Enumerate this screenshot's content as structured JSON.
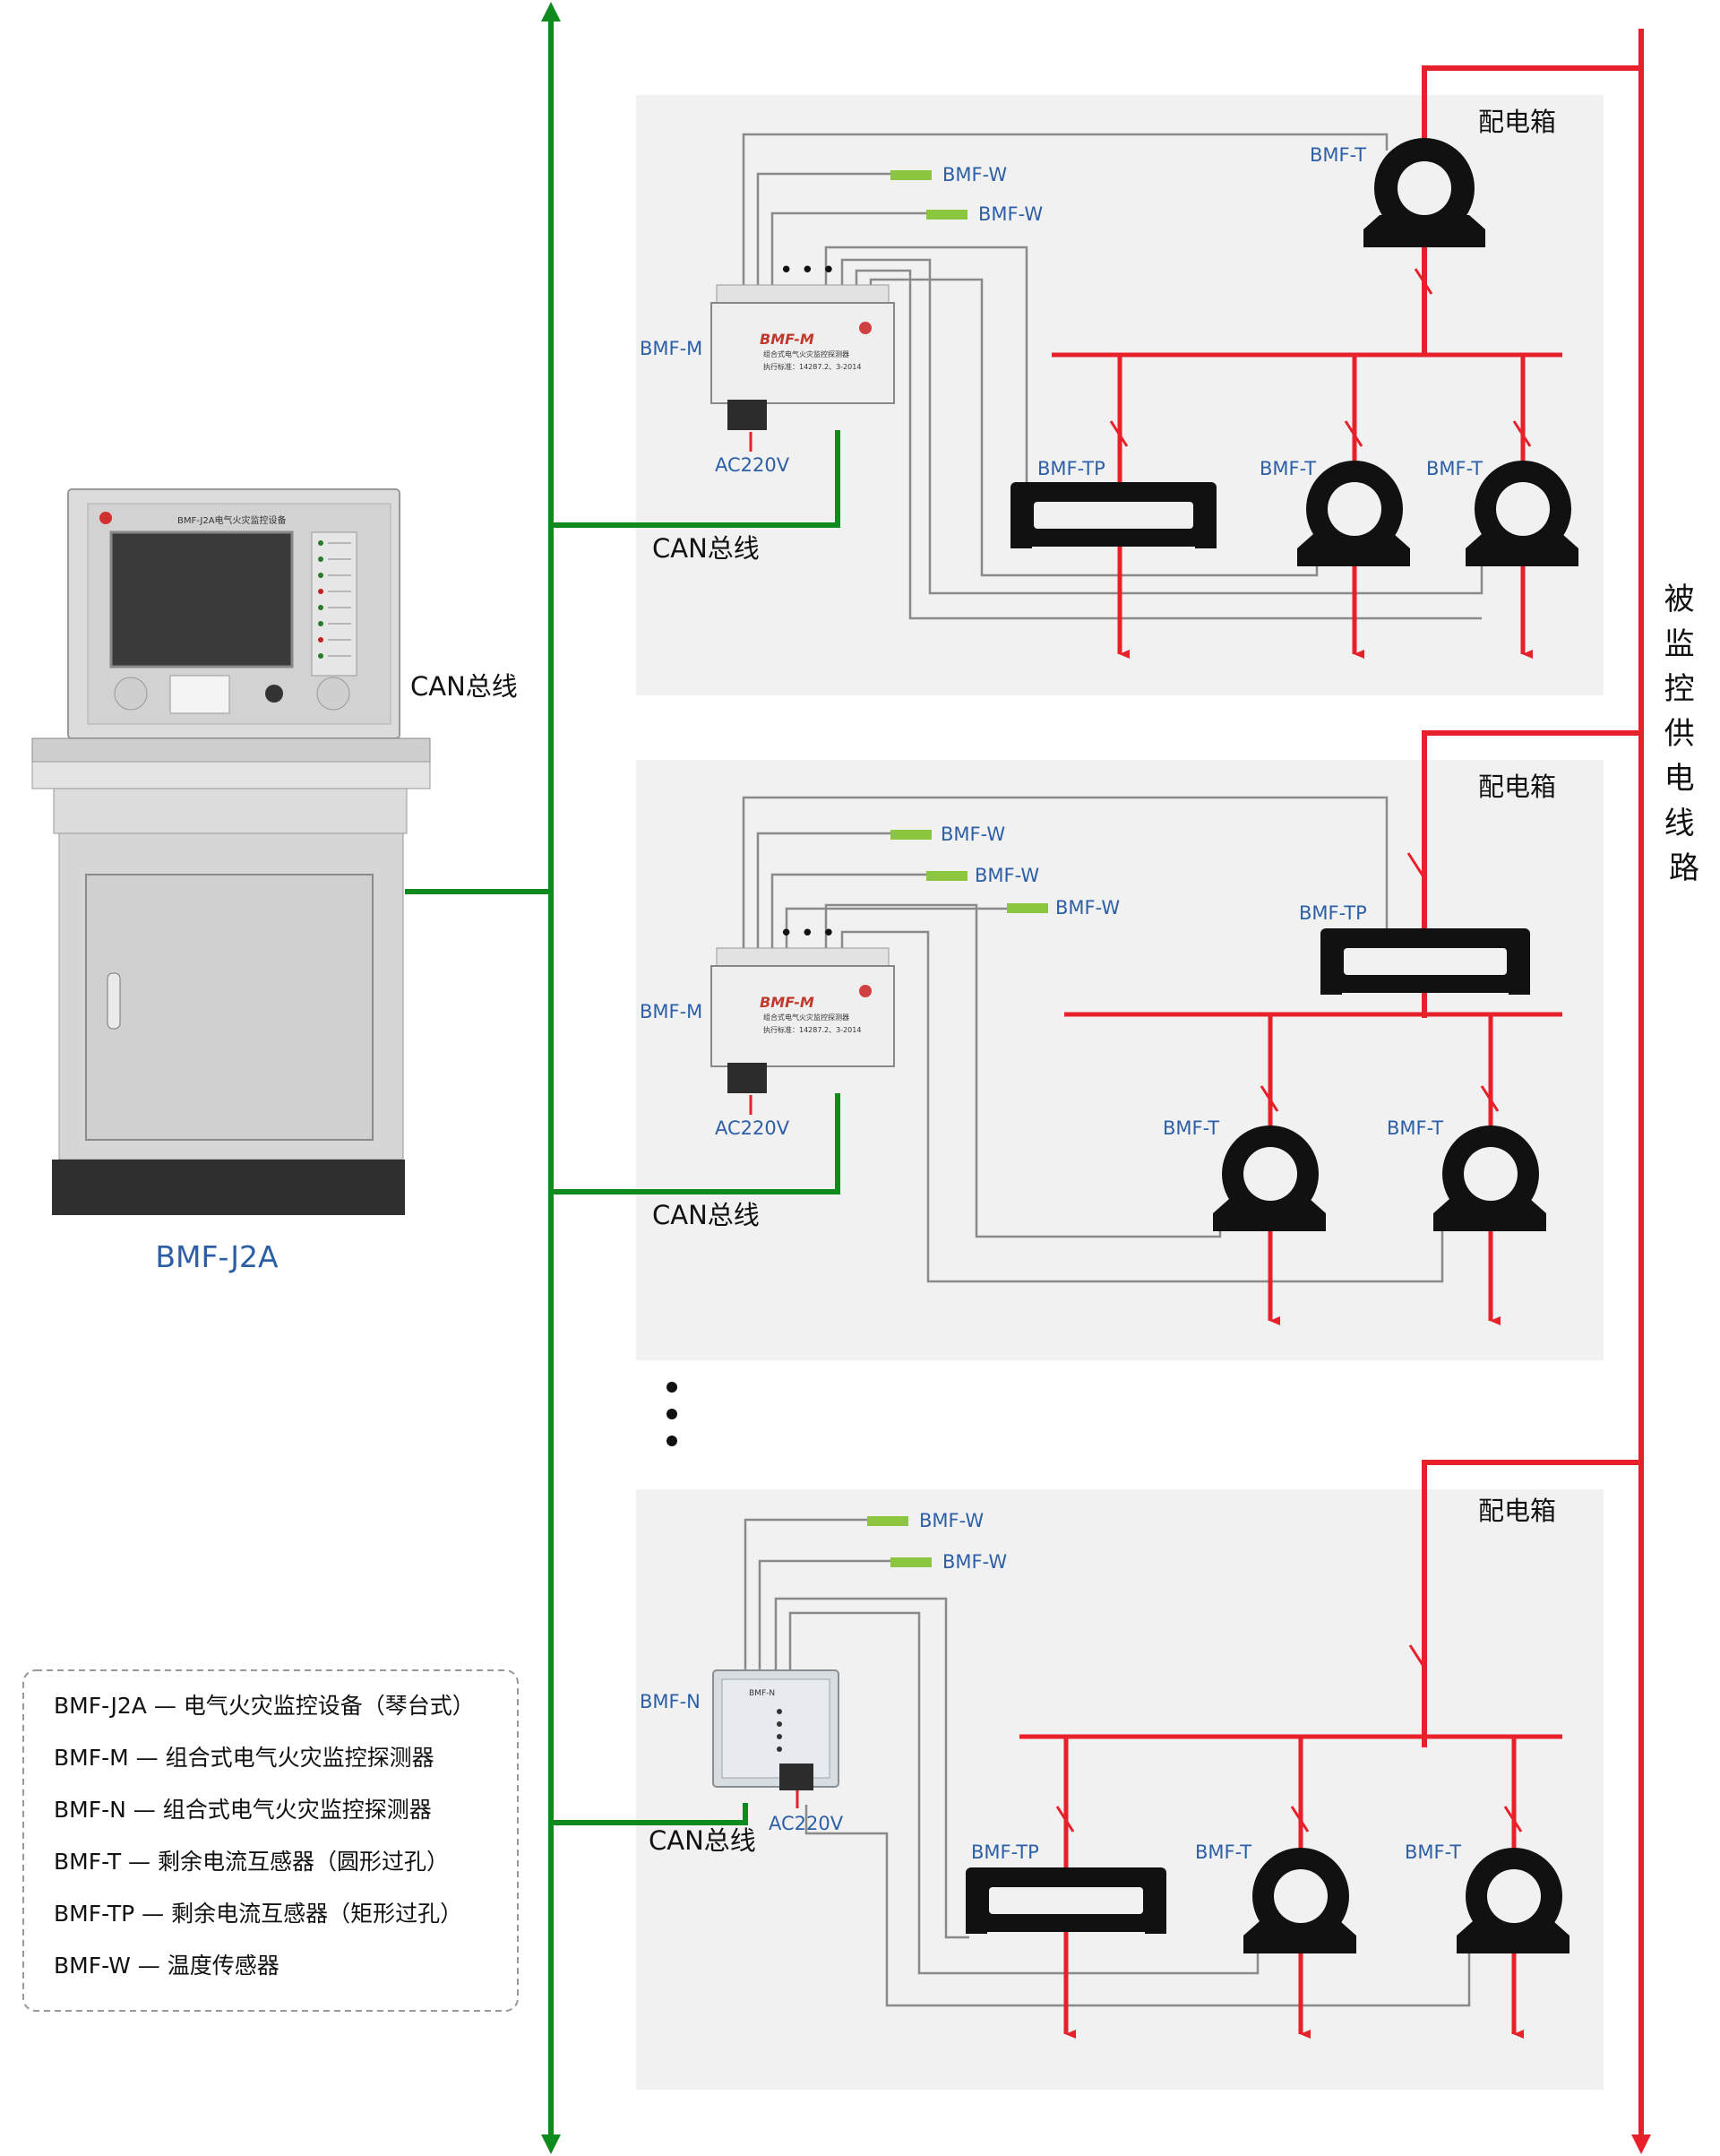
{
  "colors": {
    "can_bus": "#0f8a1f",
    "power": "#e8202a",
    "wire": "#8a8a8a",
    "panel": "#f1f1f1",
    "label": "#2d5fa6",
    "sensor_w": "#8cc63f"
  },
  "console": {
    "model": "BMF-J2A",
    "screen_title": "BMF-J2A电气火灾监控设备"
  },
  "can_bus_label": "CAN总线",
  "power_line_label": "被监控供电线路",
  "boxes": [
    {
      "title": "配电箱",
      "module": {
        "label": "BMF-M",
        "name": "BMF-M",
        "desc": "组合式电气火灾监控探测器",
        "std": "执行标准：14287.2、3-2014"
      },
      "ac_label": "AC220V",
      "can_label": "CAN总线",
      "temp_sensors": [
        "BMF-W",
        "BMF-W"
      ],
      "top_transformer": "BMF-T",
      "branch_transformers": [
        "BMF-TP",
        "BMF-T",
        "BMF-T"
      ]
    },
    {
      "title": "配电箱",
      "module": {
        "label": "BMF-M",
        "name": "BMF-M",
        "desc": "组合式电气火灾监控探测器",
        "std": "执行标准：14287.2、3-2014"
      },
      "ac_label": "AC220V",
      "can_label": "CAN总线",
      "temp_sensors": [
        "BMF-W",
        "BMF-W",
        "BMF-W"
      ],
      "top_transformer": "BMF-TP",
      "branch_transformers": [
        "BMF-T",
        "BMF-T"
      ]
    },
    {
      "title": "配电箱",
      "module": {
        "label": "BMF-N",
        "name": "BMF-N",
        "desc": "组合式电气火灾监控探测器"
      },
      "ac_label": "AC220V",
      "can_label": "CAN总线",
      "temp_sensors": [
        "BMF-W",
        "BMF-W"
      ],
      "branch_transformers": [
        "BMF-TP",
        "BMF-T",
        "BMF-T"
      ]
    }
  ],
  "legend": [
    "BMF-J2A — 电气火灾监控设备（琴台式）",
    "BMF-M — 组合式电气火灾监控探测器",
    "BMF-N — 组合式电气火灾监控探测器",
    "BMF-T — 剩余电流互感器（圆形过孔）",
    "BMF-TP — 剩余电流互感器（矩形过孔）",
    "BMF-W — 温度传感器"
  ]
}
